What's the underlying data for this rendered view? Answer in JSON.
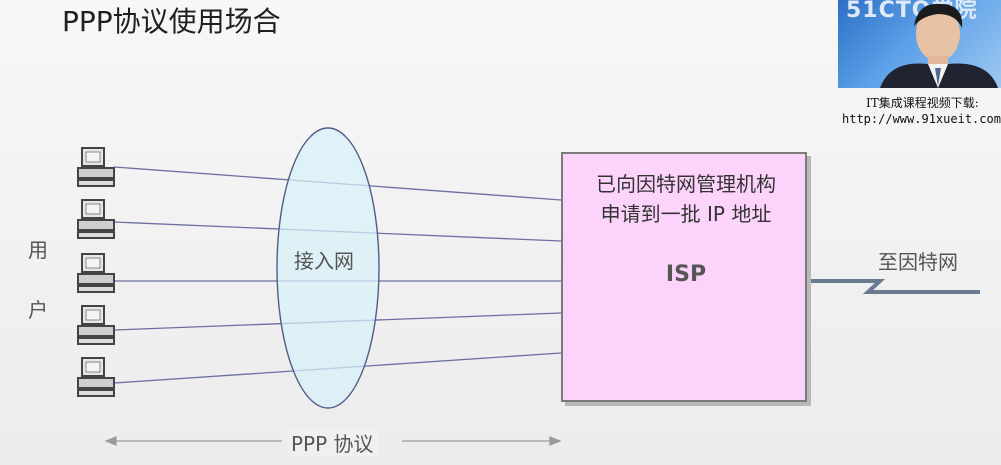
{
  "title": "PPP协议使用场合",
  "users_label": [
    "用",
    "户"
  ],
  "access_network_label": "接入网",
  "isp": {
    "line1": "已向因特网管理机构",
    "line2": "申请到一批 IP 地址",
    "name": "ISP"
  },
  "internet_label": "至因特网",
  "protocol_label": "PPP 协议",
  "inset": {
    "logo_text": "51CTO学院",
    "caption_line1": "IT集成课程视频下载:",
    "caption_line2": "http://www.91xueit.com"
  },
  "colors": {
    "ellipse_fill": "#d5f1f8",
    "isp_fill": "#fcd4fb",
    "line_color": "#6b6fa3"
  },
  "icons": [
    "computer-icon",
    "arrow-left-icon",
    "arrow-right-icon",
    "serial-link-icon"
  ]
}
